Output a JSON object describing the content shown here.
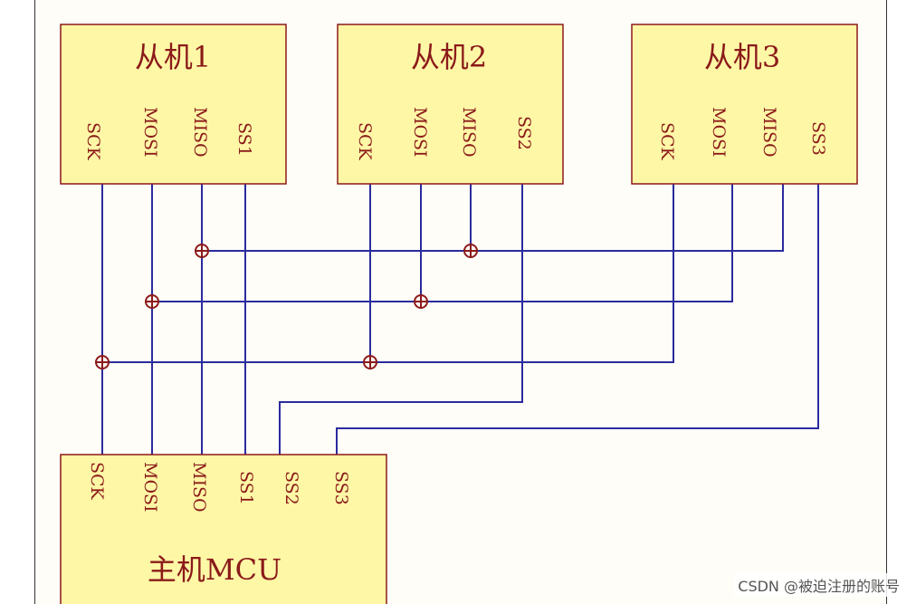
{
  "slaves": [
    {
      "title": "从机1",
      "pins": [
        "SCK",
        "MOSI",
        "MISO",
        "SS1"
      ]
    },
    {
      "title": "从机2",
      "pins": [
        "SCK",
        "MOSI",
        "MISO",
        "SS2"
      ]
    },
    {
      "title": "从机3",
      "pins": [
        "SCK",
        "MOSI",
        "MISO",
        "SS3"
      ]
    }
  ],
  "master": {
    "title": "主机MCU",
    "pins": [
      "SCK",
      "MOSI",
      "MISO",
      "SS1",
      "SS2",
      "SS3"
    ]
  },
  "watermark": "CSDN @被迫注册的账号",
  "colors": {
    "box_fill": "#fdf7a6",
    "box_border": "#8b1a1a",
    "wire": "#2b2b9e",
    "junction": "#8b1a1a"
  }
}
